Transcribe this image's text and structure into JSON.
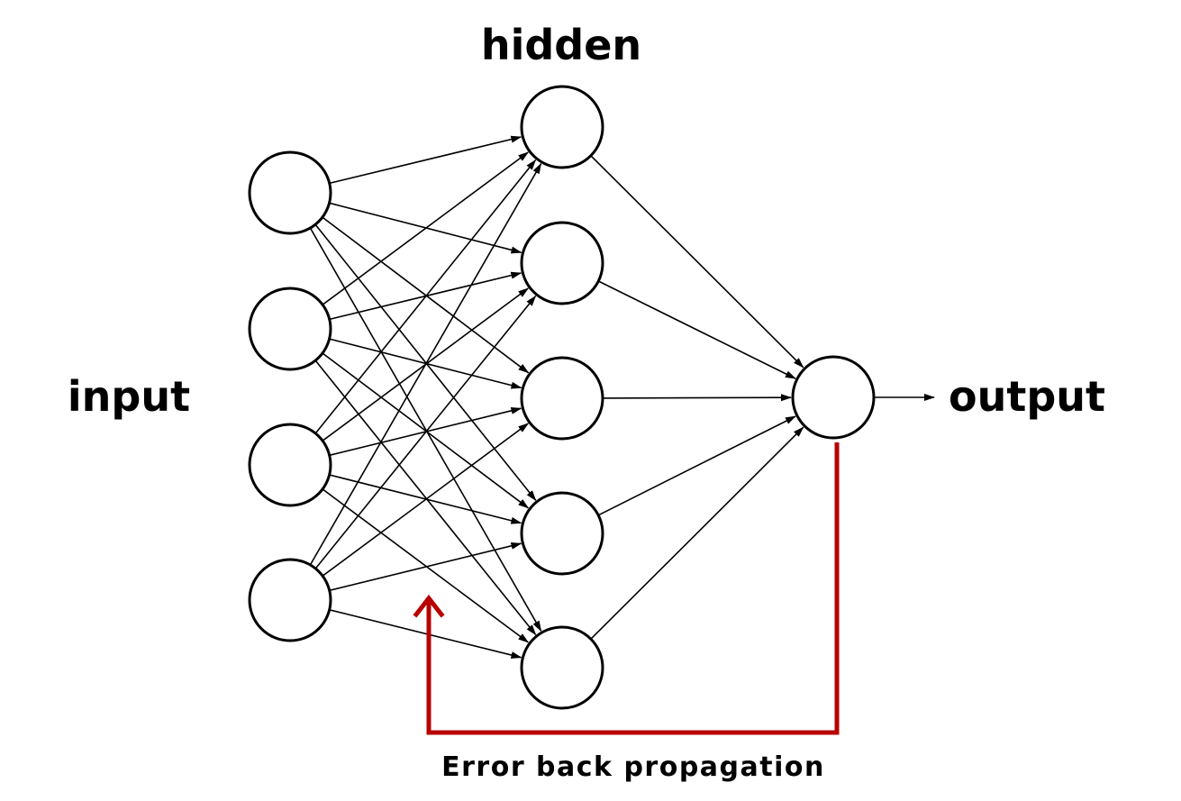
{
  "labels": {
    "hidden": "hidden",
    "input": "input",
    "output": "output",
    "caption": "Error back propagation"
  },
  "layers": {
    "input_count": 4,
    "hidden_count": 5,
    "output_count": 1
  },
  "colors": {
    "nodes_stroke": "#000000",
    "edges": "#000000",
    "error_arrow": "#b80000",
    "background": "#ffffff"
  }
}
